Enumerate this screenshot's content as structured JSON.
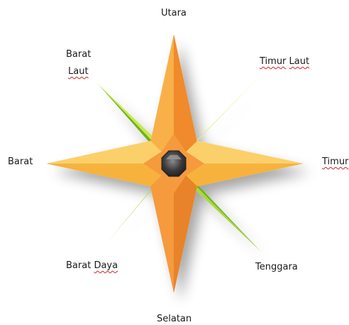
{
  "directions": {
    "north": "Utara",
    "northeast": [
      "Timur",
      "Laut"
    ],
    "east": "Timur",
    "southeast": "Tenggara",
    "south": "Selatan",
    "southwest": [
      "Barat",
      "Daya"
    ],
    "west": "Barat",
    "northwest": [
      "Barat",
      "Laut"
    ]
  },
  "colors": {
    "cardinal_light": "#f9c04a",
    "cardinal_main": "#f59a3c",
    "cardinal_dark": "#e8832a",
    "diagonal_light": "#c7e84a",
    "diagonal_dark": "#6fb21f",
    "hub": "#3a3a3a",
    "spellcheck_underline": "#d32222"
  }
}
